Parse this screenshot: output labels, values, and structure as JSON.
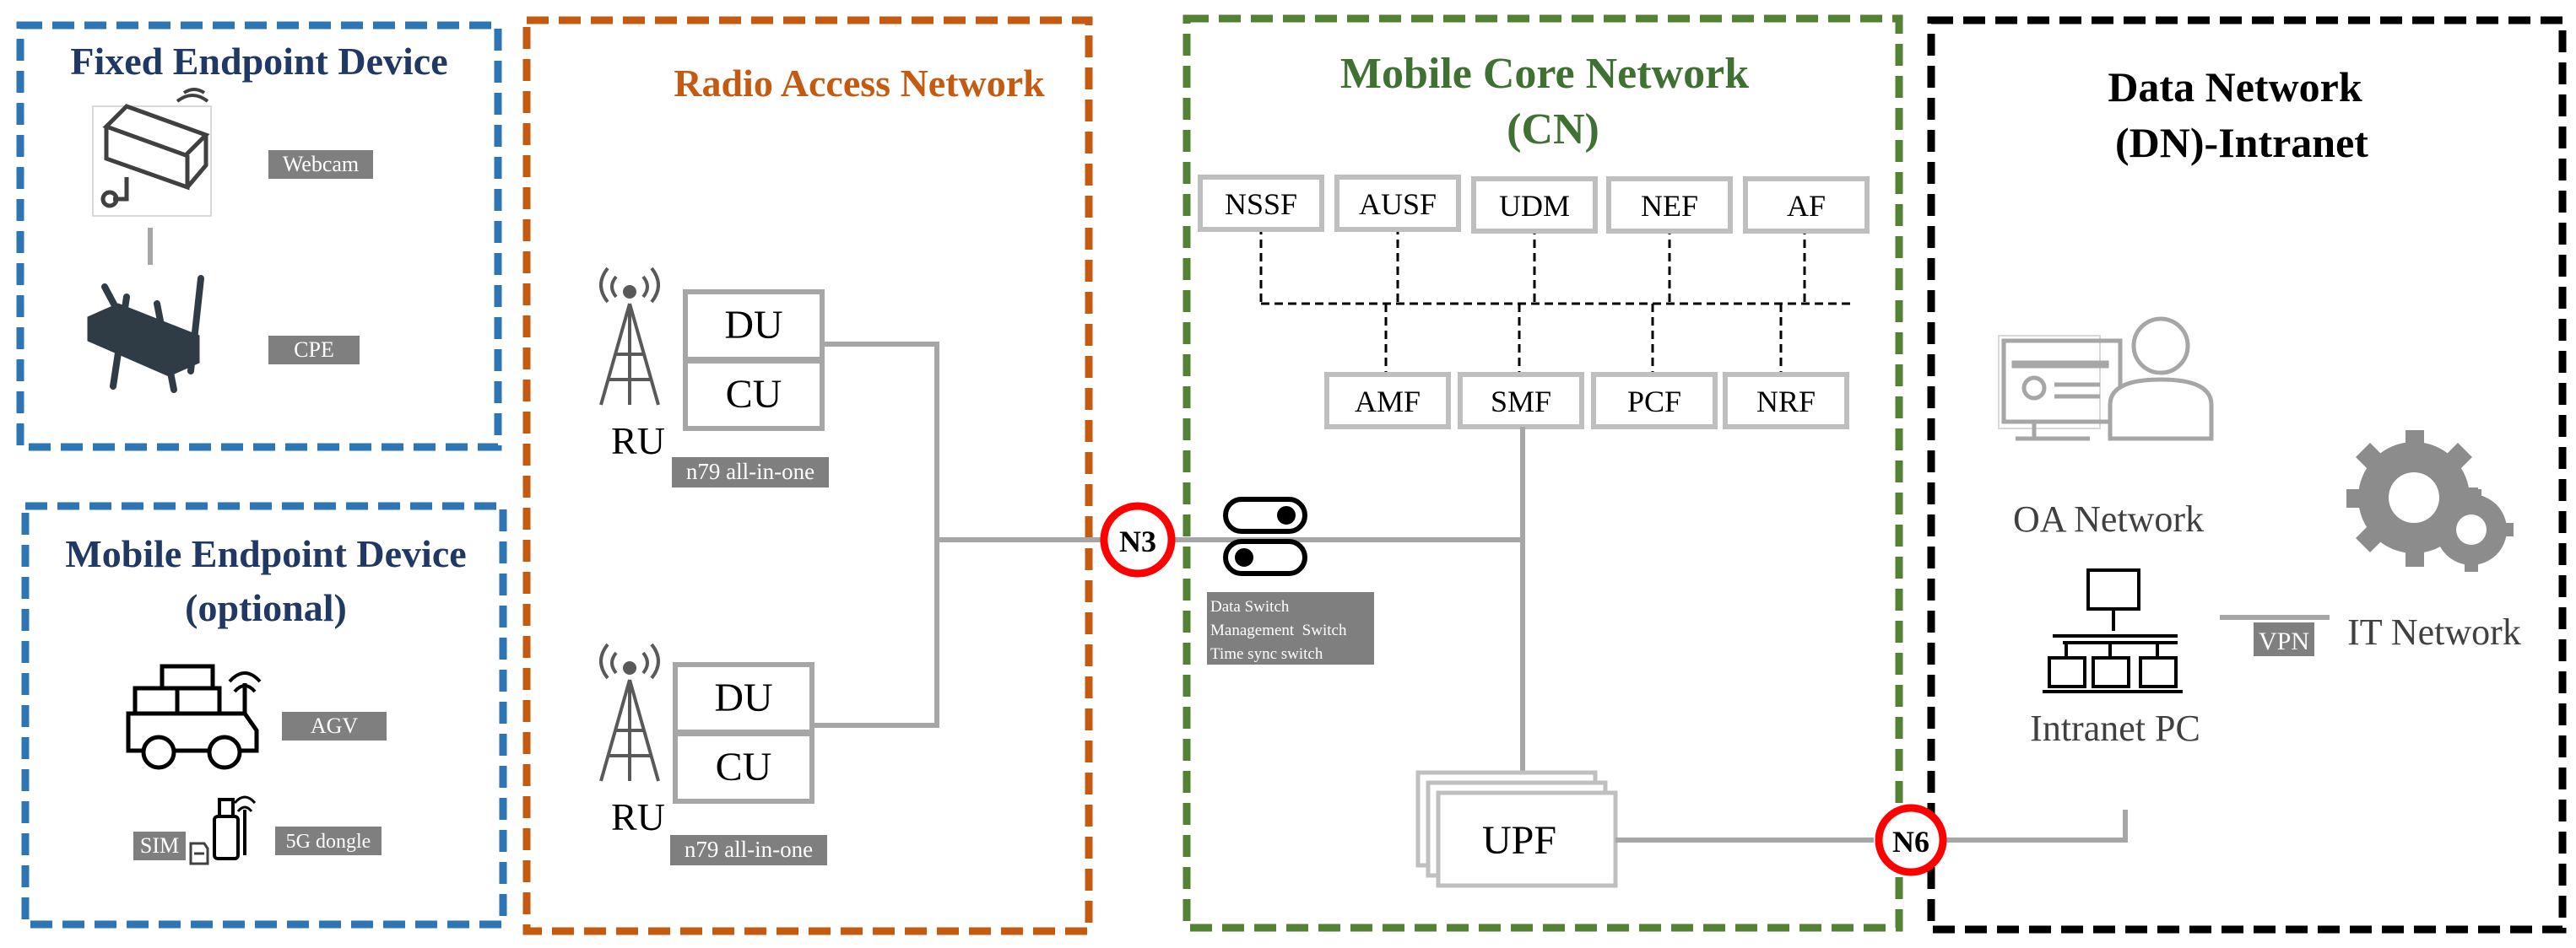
{
  "colors": {
    "fixed_border": "#2e75b6",
    "ran_border": "#c55a11",
    "core_border": "#548235",
    "dn_border": "#000000",
    "fixed_title": "#1f3864",
    "ran_title": "#c55a11",
    "core_title": "#3f7232",
    "dn_title": "#000000",
    "line": "#a6a6a6",
    "interface_ring": "#ff0000",
    "tag_bg": "#7f7f7f",
    "icon": "#404040"
  },
  "fixed": {
    "title": "Fixed Endpoint Device",
    "webcam_label": "Webcam",
    "cpe_label": "CPE",
    "icons": [
      "webcam-icon",
      "cpe-router-icon"
    ]
  },
  "mobile": {
    "title_line1": "Mobile Endpoint Device",
    "title_line2": "(optional)",
    "agv_label": "AGV",
    "sim_label": "SIM",
    "dongle_label": "5G dongle",
    "icons": [
      "agv-truck-icon",
      "sim-card-icon",
      "usb-dongle-icon"
    ]
  },
  "ran": {
    "title": "Radio Access Network",
    "units": [
      {
        "du": "DU",
        "cu": "CU",
        "ru": "RU",
        "tag": "n79 all-in-one"
      },
      {
        "du": "DU",
        "cu": "CU",
        "ru": "RU",
        "tag": "n79 all-in-one"
      }
    ],
    "icons": [
      "antenna-tower-icon"
    ]
  },
  "core": {
    "title_line1": "Mobile Core Network",
    "title_line2": "(CN)",
    "top_functions": [
      "NSSF",
      "AUSF",
      "UDM",
      "NEF",
      "AF"
    ],
    "bottom_functions": [
      "AMF",
      "SMF",
      "PCF",
      "NRF"
    ],
    "upf": "UPF",
    "switch_lines": [
      "Data Switch",
      "Management  Switch",
      "Time sync switch"
    ],
    "icons": [
      "network-switch-icon"
    ]
  },
  "interfaces": {
    "n3": "N3",
    "n6": "N6"
  },
  "dn": {
    "title_line1": "Data Network",
    "title_line2": "(DN)-Intranet",
    "oa_label": "OA Network",
    "intranet_label": "Intranet PC",
    "it_label": "IT Network",
    "vpn_label": "VPN",
    "icons": [
      "user-workstation-icon",
      "intranet-pc-network-icon",
      "gears-icon"
    ]
  }
}
